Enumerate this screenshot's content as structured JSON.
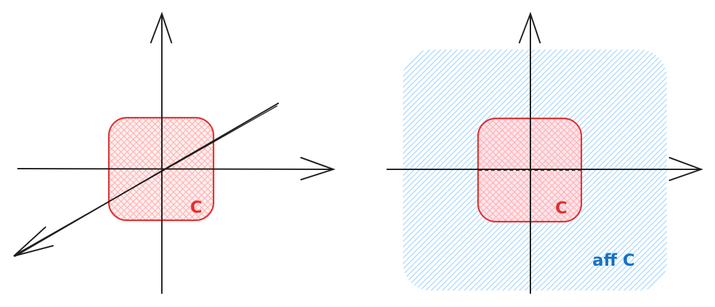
{
  "left_diagram": {
    "set_label": "C"
  },
  "right_diagram": {
    "set_label": "C",
    "hull_label": "aff C"
  },
  "colors": {
    "set_stroke": "#e03131",
    "set_fill": "#ffc9c9",
    "hull_fill": "#a5d8ff",
    "hull_label": "#1971c2",
    "axes": "#1e1e1e"
  }
}
